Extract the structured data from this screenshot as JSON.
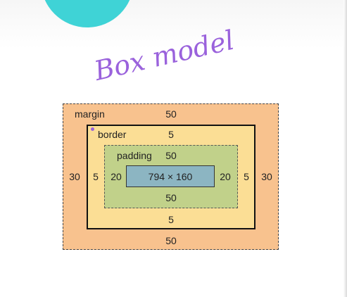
{
  "title": "Box model",
  "margin": {
    "label": "margin",
    "top": "50",
    "right": "30",
    "bottom": "50",
    "left": "30"
  },
  "border": {
    "label": "border",
    "top": "5",
    "right": "5",
    "bottom": "5",
    "left": "5"
  },
  "padding": {
    "label": "padding",
    "top": "50",
    "right": "20",
    "bottom": "50",
    "left": "20"
  },
  "content": {
    "size": "794 × 160"
  },
  "colors": {
    "blob": "#3fd3d6",
    "handwriting": "#9a62dc",
    "margin": "#f8c28e",
    "border": "#fbde95",
    "padding": "#c1d18a",
    "content": "#8cb5c2"
  }
}
